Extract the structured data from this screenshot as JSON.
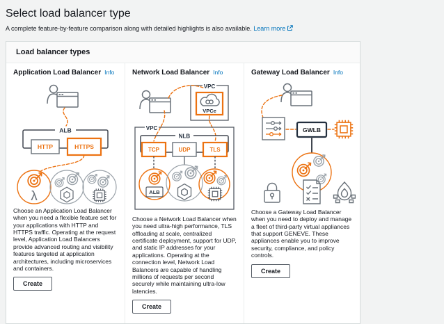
{
  "page": {
    "title": "Select load balancer type",
    "subtitle": "A complete feature-by-feature comparison along with detailed highlights is also available.",
    "learn_more_label": "Learn more"
  },
  "panel": {
    "header": "Load balancer types"
  },
  "cards": [
    {
      "title": "Application Load Balancer",
      "info_label": "Info",
      "description": "Choose an Application Load Balancer when you need a flexible feature set for your applications with HTTP and HTTPS traffic. Operating at the request level, Application Load Balancers provide advanced routing and visibility features targeted at application architectures, including microservices and containers.",
      "create_label": "Create",
      "diagram_labels": {
        "alb": "ALB",
        "http": "HTTP",
        "https": "HTTPS",
        "lambda_glyph": "λ"
      }
    },
    {
      "title": "Network Load Balancer",
      "info_label": "Info",
      "description": "Choose a Network Load Balancer when you need ultra-high performance, TLS offloading at scale, centralized certificate deployment, support for UDP, and static IP addresses for your applications. Operating at the connection level, Network Load Balancers are capable of handling millions of requests per second securely while maintaining ultra-low latencies.",
      "create_label": "Create",
      "diagram_labels": {
        "vpc_top": "VPC",
        "vpce": "VPCe",
        "vpc": "VPC",
        "nlb": "NLB",
        "tcp": "TCP",
        "udp": "UDP",
        "tls": "TLS",
        "alb": "ALB"
      }
    },
    {
      "title": "Gateway Load Balancer",
      "info_label": "Info",
      "description": "Choose a Gateway Load Balancer when you need to deploy and manage a fleet of third-party virtual appliances that support GENEVE. These appliances enable you to improve security, compliance, and policy controls.",
      "create_label": "Create",
      "diagram_labels": {
        "gwlb": "GWLB"
      }
    }
  ],
  "colors": {
    "accent_orange": "#ec7211",
    "link_blue": "#0073bb",
    "heading_text": "#16191f",
    "icon_gray": "#687078",
    "panel_border": "#d5dbdb"
  }
}
